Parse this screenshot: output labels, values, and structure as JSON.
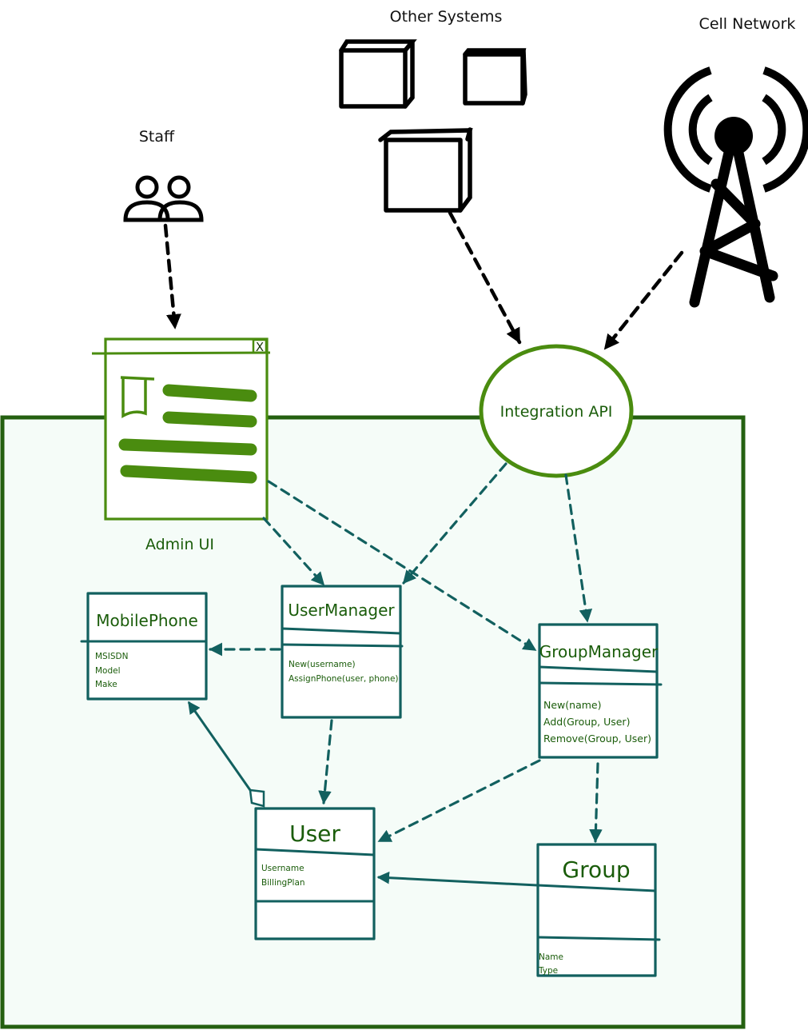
{
  "diagram": {
    "title": "Mobile phone user management architecture",
    "colors": {
      "system_boundary_fill": "#f5fcf8",
      "system_boundary_stroke": "#246010",
      "class_stroke": "#12605f",
      "class_text": "#1a5c0a",
      "ui_green": "#4a8c0f",
      "external_black": "#000000"
    },
    "external_actors": {
      "staff": {
        "label": "Staff",
        "icon": "people-icon"
      },
      "other_systems": {
        "label": "Other Systems",
        "icon": "cube-icon",
        "count": 3
      },
      "cell_network": {
        "label": "Cell Network",
        "icon": "cell-tower-icon"
      }
    },
    "components": {
      "admin_ui": {
        "label": "Admin UI",
        "icon": "window-form-icon",
        "close_glyph": "X"
      },
      "integration_api": {
        "label": "Integration API"
      }
    },
    "classes": [
      {
        "id": "mobile_phone",
        "name": "MobilePhone",
        "attributes": [
          "MSISDN",
          "Model",
          "Make"
        ],
        "operations": []
      },
      {
        "id": "user_manager",
        "name": "UserManager",
        "attributes": [],
        "operations": [
          "New(username)",
          "AssignPhone(user, phone)"
        ]
      },
      {
        "id": "group_manager",
        "name": "GroupManager",
        "attributes": [],
        "operations": [
          "New(name)",
          "Add(Group, User)",
          "Remove(Group, User)"
        ]
      },
      {
        "id": "user",
        "name": "User",
        "attributes": [
          "Username",
          "BillingPlan"
        ],
        "operations": []
      },
      {
        "id": "group",
        "name": "Group",
        "attributes": [],
        "operations": [
          "Name",
          "Type"
        ]
      }
    ],
    "relationships": [
      {
        "from": "staff",
        "to": "admin_ui",
        "style": "dashed-black"
      },
      {
        "from": "other_systems",
        "to": "integration_api",
        "style": "dashed-black"
      },
      {
        "from": "cell_network",
        "to": "integration_api",
        "style": "dashed-black"
      },
      {
        "from": "admin_ui",
        "to": "user_manager",
        "style": "dashed"
      },
      {
        "from": "admin_ui",
        "to": "group_manager",
        "style": "dashed"
      },
      {
        "from": "integration_api",
        "to": "user_manager",
        "style": "dashed"
      },
      {
        "from": "integration_api",
        "to": "group_manager",
        "style": "dashed"
      },
      {
        "from": "user_manager",
        "to": "mobile_phone",
        "style": "dashed"
      },
      {
        "from": "user_manager",
        "to": "user",
        "style": "dashed"
      },
      {
        "from": "group_manager",
        "to": "user",
        "style": "dashed"
      },
      {
        "from": "group_manager",
        "to": "group",
        "style": "dashed"
      },
      {
        "from": "user",
        "to": "mobile_phone",
        "style": "aggregation"
      },
      {
        "from": "group",
        "to": "user",
        "style": "association"
      }
    ]
  }
}
